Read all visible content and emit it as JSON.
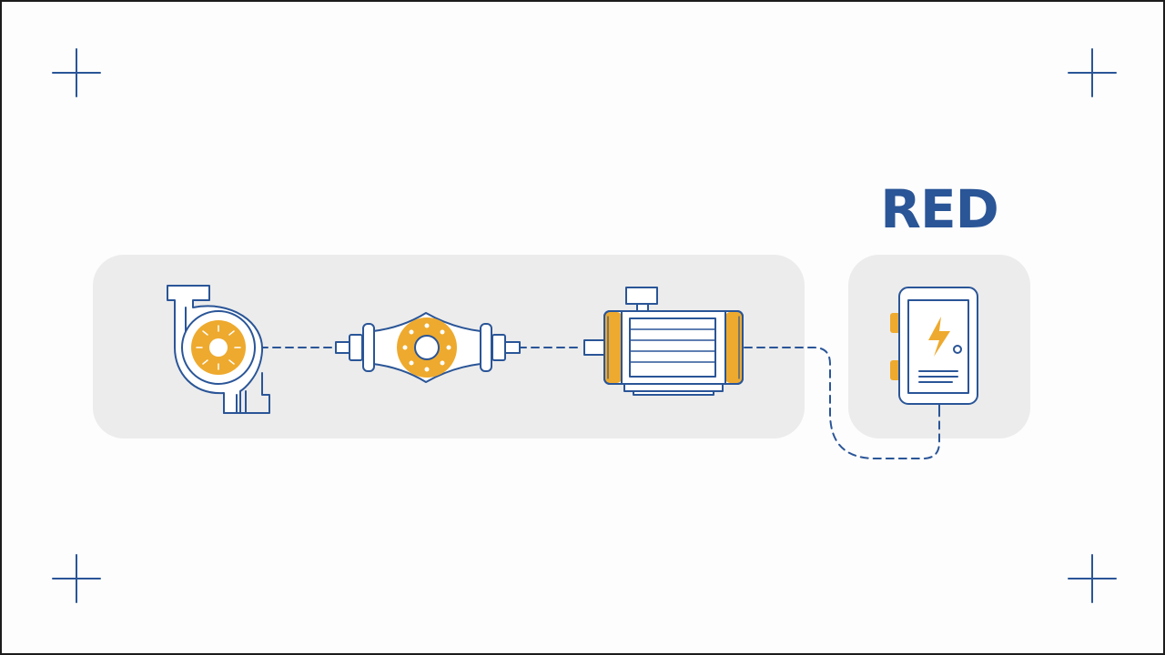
{
  "grid_label": "RED",
  "colors": {
    "outline": "#2a5597",
    "accent": "#eeaa2e",
    "panel": "#ececec",
    "background": "#fdfdfd"
  },
  "components": [
    {
      "id": "centrifugal-pump",
      "icon": "pump-icon"
    },
    {
      "id": "shaft-coupling",
      "icon": "coupling-icon"
    },
    {
      "id": "electric-motor",
      "icon": "motor-icon"
    },
    {
      "id": "electrical-panel",
      "icon": "lightning-icon"
    }
  ],
  "connections": [
    {
      "from": "centrifugal-pump",
      "to": "shaft-coupling",
      "style": "dashed"
    },
    {
      "from": "shaft-coupling",
      "to": "electric-motor",
      "style": "dashed"
    },
    {
      "from": "electric-motor",
      "to": "electrical-panel",
      "style": "dashed"
    }
  ]
}
